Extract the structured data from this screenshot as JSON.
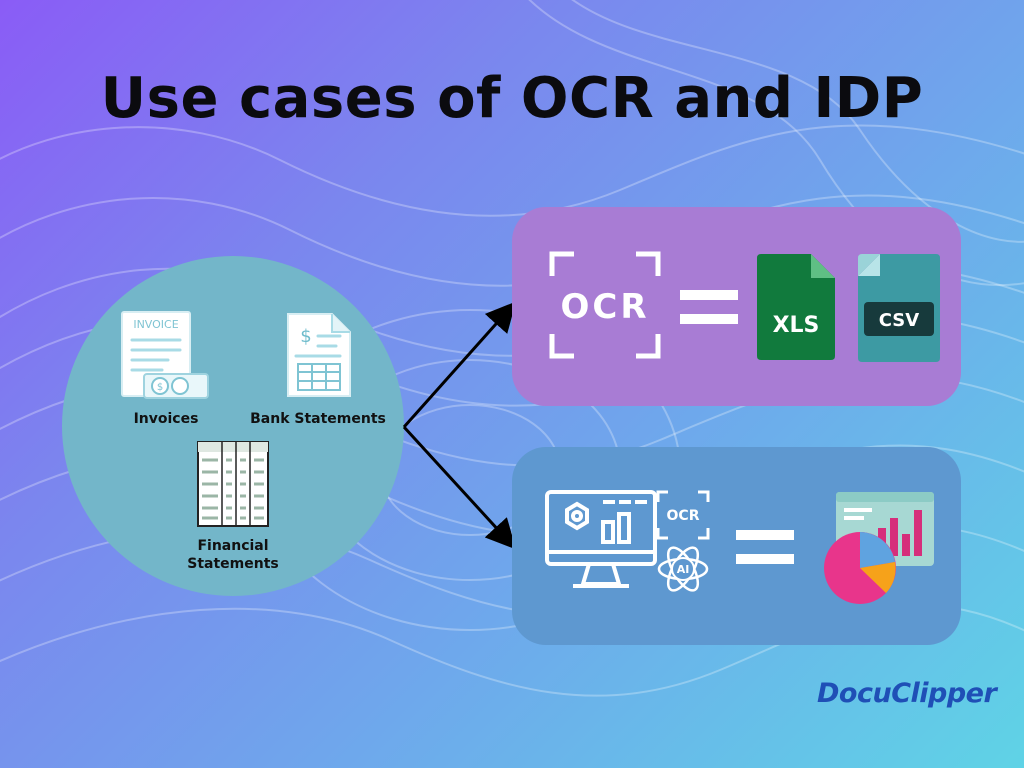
{
  "title": "Use cases of OCR and IDP",
  "documents": {
    "invoice_icon_text": "INVOICE",
    "invoices_label": "Invoices",
    "bank_statements_label": "Bank Statements",
    "financial_statements_label_line1": "Financial",
    "financial_statements_label_line2": "Statements"
  },
  "ocr_row": {
    "scanner_text": "OCR",
    "xls_label": "XLS",
    "csv_label": "CSV"
  },
  "idp_row": {
    "ocr_badge_text": "OCR",
    "ai_badge_text": "AI"
  },
  "brand": "DocuClipper",
  "colors": {
    "circle": "#73b6c9",
    "ocr_box": "#a87cd4",
    "idp_box": "#5e98d0",
    "xls": "#117a3d",
    "csv": "#3d9aa3",
    "brand": "#1f4fb6"
  },
  "icons": [
    "invoice-icon",
    "bank-statement-icon",
    "financial-statement-icon",
    "ocr-scan-icon",
    "equals-icon",
    "xls-file-icon",
    "csv-file-icon",
    "monitor-dashboard-icon",
    "ai-atom-icon",
    "analytics-chart-icon"
  ]
}
